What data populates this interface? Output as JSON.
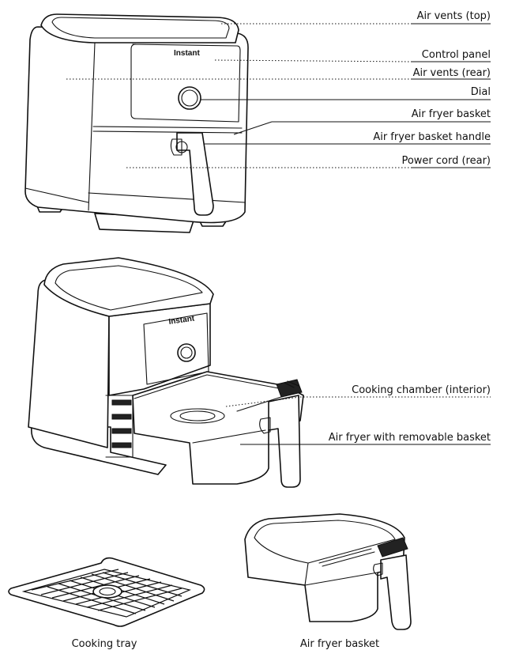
{
  "brand_text": "Instant",
  "labels": {
    "air_vents_top": "Air vents (top)",
    "control_panel": "Control panel",
    "air_vents_rear": "Air vents (rear)",
    "dial": "Dial",
    "air_fryer_basket": "Air fryer basket",
    "basket_handle": "Air fryer basket handle",
    "power_cord": "Power cord (rear)",
    "cooking_chamber": "Cooking chamber (interior)",
    "removable_basket": "Air fryer with removable basket"
  },
  "captions": {
    "cooking_tray": "Cooking tray",
    "basket": "Air fryer basket"
  }
}
